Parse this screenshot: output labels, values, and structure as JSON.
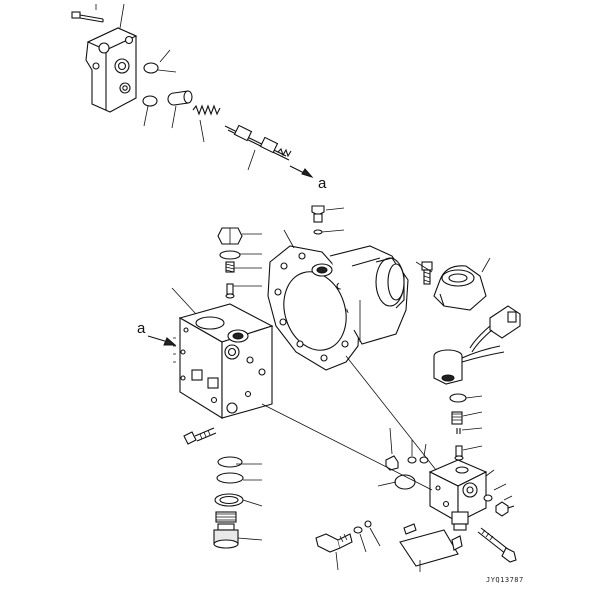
{
  "diagram": {
    "ref_label_top": "a",
    "ref_label_left": "a",
    "drawing_code": "JYQ13787"
  }
}
